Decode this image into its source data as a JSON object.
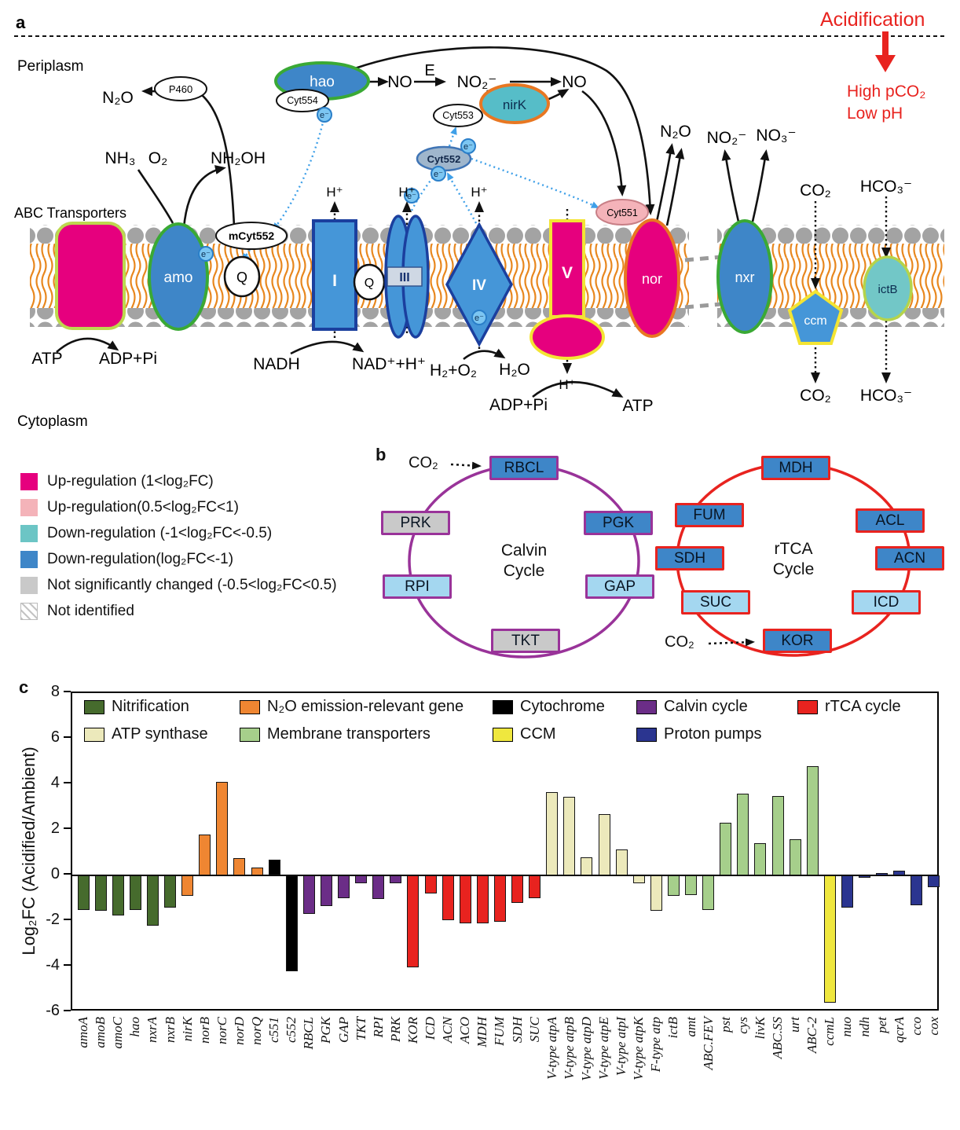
{
  "panel_a": {
    "label": "a",
    "periplasm": "Periplasm",
    "cytoplasm": "Cytoplasm",
    "abc_transporters": "ABC Transporters",
    "acidification": "Acidification",
    "high_pco2": "High pCO₂",
    "low_ph": "Low pH",
    "electron": "e⁻",
    "enzyme_e": "E",
    "proteins": {
      "hao": "hao",
      "p460": "P460",
      "cyt554": "Cyt554",
      "nirk": "nirK",
      "cyt553": "Cyt553",
      "cyt552": "Cyt552",
      "mcyt552": "mCyt552",
      "cyt551": "Cyt551",
      "amo": "amo",
      "q": "Q",
      "complex_i": "I",
      "complex_iii": "III",
      "complex_iv": "IV",
      "complex_v": "V",
      "nor": "nor",
      "nxr": "nxr",
      "ccm": "ccm",
      "ictb": "ictB"
    },
    "molecules": {
      "n2o_left": "N₂O",
      "nh3": "NH₃",
      "o2": "O₂",
      "nh2oh": "NH₂OH",
      "no_1": "NO",
      "no2_minus": "NO₂⁻",
      "no_2": "NO",
      "n2o_right": "N₂O",
      "no2_right": "NO₂⁻",
      "no3_right": "NO₃⁻",
      "co2_top": "CO₂",
      "hco3_top": "HCO₃⁻",
      "hplus": "H⁺",
      "atp_left": "ATP",
      "adp_pi_left": "ADP+Pi",
      "nadh": "NADH",
      "nad_h": "NAD⁺+H⁺",
      "h2_o2": "H₂+O₂",
      "h2o": "H₂O",
      "adp_pi_v": "ADP+Pi",
      "atp_v": "ATP",
      "co2_bottom": "CO₂",
      "hco3_bottom": "HCO₃⁻"
    }
  },
  "panel_b": {
    "label": "b",
    "legend": [
      {
        "label": "Up-regulation (1<log₂FC)",
        "color": "#e6007e"
      },
      {
        "label": "Up-regulation(0.5<log₂FC<1)",
        "color": "#f4b3b9"
      },
      {
        "label": "Down-regulation (-1<log₂FC<-0.5)",
        "color": "#6cc5c5"
      },
      {
        "label": "Down-regulation(log₂FC<-1)",
        "color": "#3e86c8"
      },
      {
        "label": "Not significantly changed (-0.5<log₂FC<0.5)",
        "color": "#c9c9c9"
      },
      {
        "label": "Not identified",
        "color": "hatched"
      }
    ],
    "calvin": {
      "title_line1": "Calvin",
      "title_line2": "Cycle",
      "co2": "CO₂",
      "ring_color": "#993399",
      "enzymes": {
        "rbcl": {
          "label": "RBCL",
          "regulation": "down_strong"
        },
        "prk": {
          "label": "PRK",
          "regulation": "not_significant"
        },
        "pgk": {
          "label": "PGK",
          "regulation": "down_strong"
        },
        "rpi": {
          "label": "RPI",
          "regulation": "down_moderate"
        },
        "gap": {
          "label": "GAP",
          "regulation": "down_moderate"
        },
        "tkt": {
          "label": "TKT",
          "regulation": "not_significant"
        }
      }
    },
    "rtca": {
      "title_line1": "rTCA",
      "title_line2": "Cycle",
      "co2": "CO₂",
      "ring_color": "#e8231f",
      "enzymes": {
        "mdh": {
          "label": "MDH",
          "regulation": "down_strong"
        },
        "fum": {
          "label": "FUM",
          "regulation": "down_strong"
        },
        "acl": {
          "label": "ACL",
          "regulation": "down_strong"
        },
        "sdh": {
          "label": "SDH",
          "regulation": "down_strong"
        },
        "acn": {
          "label": "ACN",
          "regulation": "down_strong"
        },
        "suc": {
          "label": "SUC",
          "regulation": "down_moderate"
        },
        "icd": {
          "label": "ICD",
          "regulation": "down_moderate"
        },
        "kor": {
          "label": "KOR",
          "regulation": "down_strong"
        }
      }
    }
  },
  "chart_data": {
    "type": "bar",
    "panel_label": "c",
    "ylabel": "Log₂FC (Acidified/Ambient)",
    "ylim": [
      -6,
      8
    ],
    "yticks": [
      8,
      6,
      4,
      2,
      0,
      -2,
      -4,
      -6
    ],
    "grid": false,
    "legend_position": "top-inside",
    "legend": [
      {
        "label": "Nitrification",
        "key": "nitrification",
        "color": "#466b2d"
      },
      {
        "label": "N₂O emission-relevant gene",
        "key": "n2o",
        "color": "#ef8632"
      },
      {
        "label": "Cytochrome",
        "key": "cytochrome",
        "color": "#000000"
      },
      {
        "label": "Calvin cycle",
        "key": "calvin",
        "color": "#6b2d87"
      },
      {
        "label": "rTCA cycle",
        "key": "rtca",
        "color": "#e8231f"
      },
      {
        "label": "ATP synthase",
        "key": "atp",
        "color": "#ece9bb"
      },
      {
        "label": "Membrane transporters",
        "key": "membrane",
        "color": "#a6cf8b"
      },
      {
        "label": "CCM",
        "key": "ccm",
        "color": "#efe73e"
      },
      {
        "label": "Proton pumps",
        "key": "proton",
        "color": "#2b3590"
      }
    ],
    "genes": [
      {
        "name": "amoA",
        "value": -1.5,
        "category": "nitrification"
      },
      {
        "name": "amoB",
        "value": -1.55,
        "category": "nitrification"
      },
      {
        "name": "amoC",
        "value": -1.75,
        "category": "nitrification"
      },
      {
        "name": "hao",
        "value": -1.5,
        "category": "nitrification"
      },
      {
        "name": "nxrA",
        "value": -2.2,
        "category": "nitrification"
      },
      {
        "name": "nxrB",
        "value": -1.4,
        "category": "nitrification"
      },
      {
        "name": "nirK",
        "value": -0.9,
        "category": "n2o"
      },
      {
        "name": "norB",
        "value": 1.8,
        "category": "n2o"
      },
      {
        "name": "norC",
        "value": 4.1,
        "category": "n2o"
      },
      {
        "name": "norD",
        "value": 0.75,
        "category": "n2o"
      },
      {
        "name": "norQ",
        "value": 0.35,
        "category": "n2o"
      },
      {
        "name": "c551",
        "value": 0.7,
        "category": "cytochrome"
      },
      {
        "name": "c552",
        "value": -4.2,
        "category": "cytochrome"
      },
      {
        "name": "RBCL",
        "value": -1.7,
        "category": "calvin"
      },
      {
        "name": "PGK",
        "value": -1.35,
        "category": "calvin"
      },
      {
        "name": "GAP",
        "value": -1.0,
        "category": "calvin"
      },
      {
        "name": "TKT",
        "value": -0.35,
        "category": "calvin"
      },
      {
        "name": "RPI",
        "value": -1.05,
        "category": "calvin"
      },
      {
        "name": "PRK",
        "value": -0.35,
        "category": "calvin"
      },
      {
        "name": "KOR",
        "value": -4.05,
        "category": "rtca"
      },
      {
        "name": "ICD",
        "value": -0.8,
        "category": "rtca"
      },
      {
        "name": "ACN",
        "value": -1.95,
        "category": "rtca"
      },
      {
        "name": "ACO",
        "value": -2.1,
        "category": "rtca"
      },
      {
        "name": "MDH",
        "value": -2.1,
        "category": "rtca"
      },
      {
        "name": "FUM",
        "value": -2.05,
        "category": "rtca"
      },
      {
        "name": "SDH",
        "value": -1.2,
        "category": "rtca"
      },
      {
        "name": "SUC",
        "value": -1.0,
        "category": "rtca"
      },
      {
        "name": "V-type atpA",
        "value": 3.65,
        "category": "atp"
      },
      {
        "name": "V-type atpB",
        "value": 3.45,
        "category": "atp"
      },
      {
        "name": "V-type atpD",
        "value": 0.8,
        "category": "atp"
      },
      {
        "name": "V-type atpE",
        "value": 2.7,
        "category": "atp"
      },
      {
        "name": "V-type atpI",
        "value": 1.15,
        "category": "atp"
      },
      {
        "name": "V-type atpK",
        "value": -0.35,
        "category": "atp"
      },
      {
        "name": "F-type atp",
        "value": -1.55,
        "category": "atp"
      },
      {
        "name": "ictB",
        "value": -0.9,
        "category": "membrane"
      },
      {
        "name": "amt",
        "value": -0.85,
        "category": "membrane"
      },
      {
        "name": "ABC.FEV",
        "value": -1.5,
        "category": "membrane"
      },
      {
        "name": "pst",
        "value": 2.3,
        "category": "membrane"
      },
      {
        "name": "cys",
        "value": 3.6,
        "category": "membrane"
      },
      {
        "name": "livK",
        "value": 1.4,
        "category": "membrane"
      },
      {
        "name": "ABC.SS",
        "value": 3.5,
        "category": "membrane"
      },
      {
        "name": "urt",
        "value": 1.6,
        "category": "membrane"
      },
      {
        "name": "ABC-2",
        "value": 4.8,
        "category": "membrane"
      },
      {
        "name": "ccmL",
        "value": -5.6,
        "category": "ccm"
      },
      {
        "name": "nuo",
        "value": -1.4,
        "category": "proton"
      },
      {
        "name": "ndh",
        "value": -0.1,
        "category": "proton"
      },
      {
        "name": "pet",
        "value": 0.1,
        "category": "proton"
      },
      {
        "name": "qcrA",
        "value": 0.2,
        "category": "proton"
      },
      {
        "name": "cco",
        "value": -1.3,
        "category": "proton"
      },
      {
        "name": "cox",
        "value": -0.5,
        "category": "proton"
      }
    ]
  }
}
